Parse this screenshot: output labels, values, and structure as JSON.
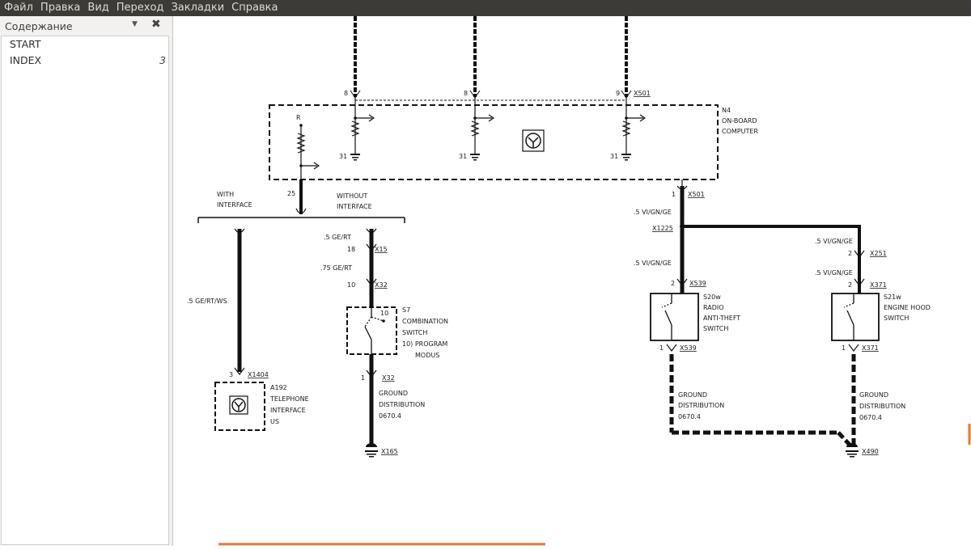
{
  "menubar": {
    "items": [
      "Файл",
      "Правка",
      "Вид",
      "Переход",
      "Закладки",
      "Справка"
    ]
  },
  "sidebar": {
    "title": "Содержание",
    "dropdown_icon": "chevron-down-icon",
    "close_icon": "close-icon",
    "items": [
      {
        "label": "START",
        "page": ""
      },
      {
        "label": "INDEX",
        "page": "3"
      }
    ]
  },
  "diagram": {
    "n4": {
      "label1": "N4",
      "label2": "ON-BOARD",
      "label3": "COMPUTER",
      "pin_a": "8",
      "pin_b": "8",
      "pin_c": "9",
      "conn_top": "X501",
      "gnd_a": "31",
      "gnd_b": "31",
      "gnd_c": "31",
      "r_label": "R",
      "pin_25": "25",
      "pin_1": "1",
      "conn_bottom": "X501"
    },
    "with_interface": {
      "line1": "WITH",
      "line2": "INTERFACE"
    },
    "without_interface": {
      "line1": "WITHOUT",
      "line2": "INTERFACE"
    },
    "left_branch": {
      "wire": ".5 GE/RT/WS",
      "pin": "3",
      "conn": "X1404",
      "dev_id": "A192",
      "dev1": "TELEPHONE",
      "dev2": "INTERFACE",
      "dev3": "US"
    },
    "mid_branch": {
      "wire1": ".5 GE/RT",
      "pin1": "18",
      "conn1": "X15",
      "wire2": ".75 GE/RT",
      "pin2": "10",
      "conn2": "X32",
      "sw_id": "S7",
      "sw1": "COMBINATION",
      "sw2": "SWITCH",
      "sw3": "10) PROGRAM",
      "sw4": "MODUS",
      "sw_pin": "10",
      "out_pin": "1",
      "out_conn": "X32",
      "gd1": "GROUND",
      "gd2": "DISTRIBUTION",
      "gd3": "0670.4",
      "gnd_conn": "X165"
    },
    "right_a": {
      "wire1": ".5 VI/GN/GE",
      "splice": "X1225",
      "wire2": ".5 VI/GN/GE",
      "pin": "2",
      "conn": "X539",
      "sw_id": "S20w",
      "sw1": "RADIO",
      "sw2": "ANTI-THEFT",
      "sw3": "SWITCH",
      "out_pin": "1",
      "out_conn": "X539",
      "gd1": "GROUND",
      "gd2": "DISTRIBUTION",
      "gd3": "0670.4"
    },
    "right_b": {
      "wire1": ".5 VI/GN/GE",
      "pin1": "2",
      "conn1": "X251",
      "wire2": ".5 VI/GN/GE",
      "pin2": "2",
      "conn2": "X371",
      "sw_id": "S21w",
      "sw1": "ENGINE HOOD",
      "sw2": "SWITCH",
      "out_pin": "1",
      "out_conn": "X371",
      "gd1": "GROUND",
      "gd2": "DISTRIBUTION",
      "gd3": "0670.4",
      "gnd_conn": "X490"
    }
  }
}
